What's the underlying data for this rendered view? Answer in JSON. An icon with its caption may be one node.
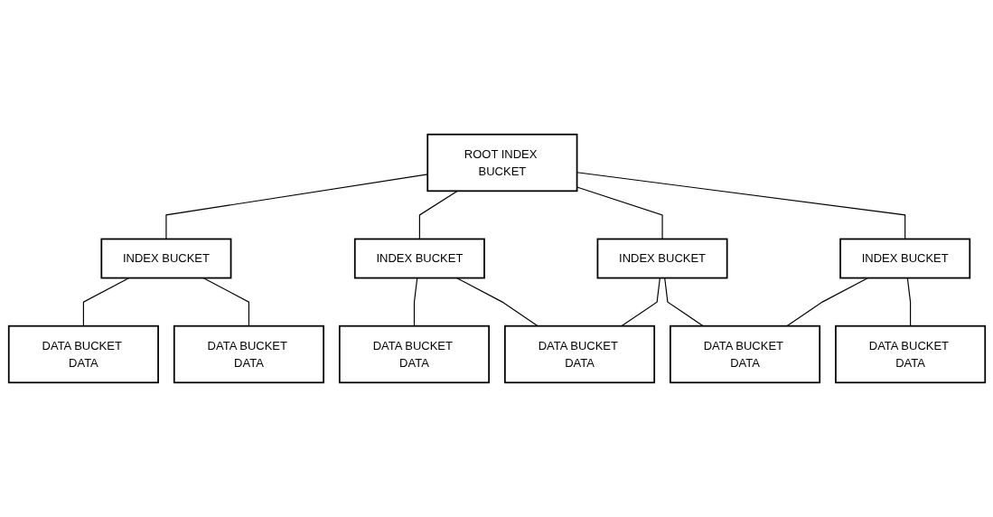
{
  "diagram": {
    "nodes": [
      {
        "text": [
          "ROOT INDEX BUCKET"
        ]
      },
      {
        "text": [
          "INDEX BUCKET"
        ]
      },
      {
        "text": [
          "INDEX BUCKET"
        ]
      },
      {
        "text": [
          "INDEX BUCKET"
        ]
      },
      {
        "text": [
          "INDEX BUCKET"
        ]
      },
      {
        "text": [
          "DATA BUCKET DATA"
        ]
      },
      {
        "text": [
          "DATA BUCKET DATA"
        ]
      },
      {
        "text": [
          "DATA BUCKET DATA"
        ]
      },
      {
        "text": [
          "DATA BUCKET DATA"
        ]
      },
      {
        "text": [
          "DATA BUCKET DATA"
        ]
      },
      {
        "text": [
          "DATA BUCKET DATA"
        ]
      }
    ],
    "edges": [
      {
        "from": 0,
        "to": 1,
        "arrow": "none"
      },
      {
        "from": 0,
        "to": 2,
        "arrow": "none"
      },
      {
        "from": 0,
        "to": 3,
        "arrow": "none"
      },
      {
        "from": 0,
        "to": 4,
        "arrow": "none"
      },
      {
        "from": 1,
        "to": 5,
        "arrow": "none"
      },
      {
        "from": 1,
        "to": 6,
        "arrow": "none"
      },
      {
        "from": 2,
        "to": 7,
        "arrow": "none"
      },
      {
        "from": 2,
        "to": 8,
        "arrow": "none"
      },
      {
        "from": 3,
        "to": 8,
        "arrow": "none"
      },
      {
        "from": 3,
        "to": 9,
        "arrow": "none"
      },
      {
        "from": 4,
        "to": 9,
        "arrow": "none"
      },
      {
        "from": 4,
        "to": 10,
        "arrow": "none"
      }
    ]
  }
}
